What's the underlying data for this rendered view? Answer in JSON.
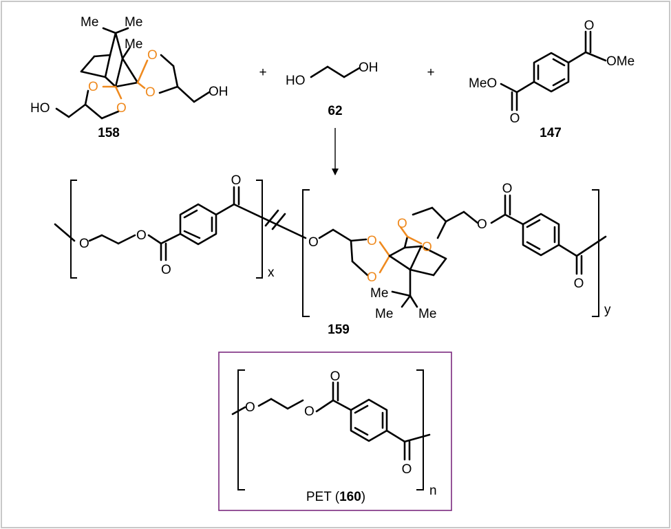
{
  "compounds": {
    "c158": {
      "label": "158"
    },
    "c62": {
      "label": "62"
    },
    "c147": {
      "label": "147"
    },
    "c159": {
      "label": "159"
    },
    "c160": {
      "prefix": "PET (",
      "label": "160",
      "suffix": ")"
    }
  },
  "atoms": {
    "me": "Me",
    "oh_right": "OH",
    "ho_left": "HO",
    "o": "O",
    "meo": "MeO",
    "ome": "OMe"
  },
  "operators": {
    "plus": "+"
  },
  "subscripts": {
    "x": "x",
    "y": "y",
    "n": "n"
  },
  "colors": {
    "spiro_oxygen": "#ef8a1f",
    "frame": "#c8c8c8",
    "box": "#7b2a7e"
  }
}
